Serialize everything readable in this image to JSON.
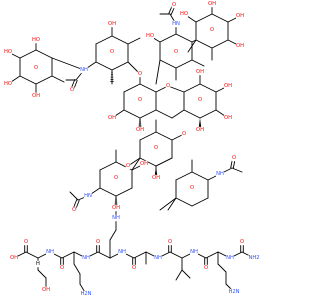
{
  "colors": {
    "O": "#ff0d0d",
    "N": "#3050f8",
    "C": "#000000",
    "background": "#ffffff"
  },
  "atom_labels": {
    "OH": "OH",
    "HO": "HO",
    "O": "O",
    "HN": "HN",
    "NH": "NH",
    "NH2": "NH2",
    "H2N": "H2N",
    "H": "H"
  }
}
